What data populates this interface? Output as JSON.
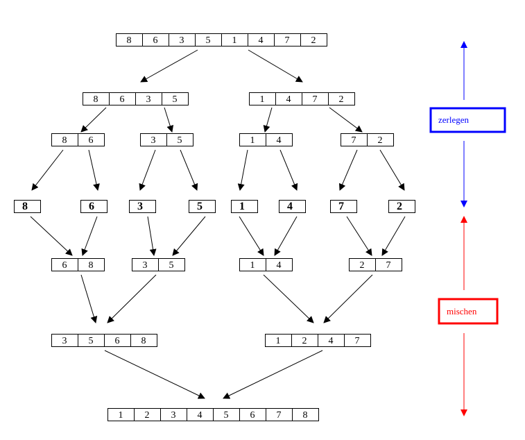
{
  "title": "Mergesort",
  "colors": {
    "split": "#0000ff",
    "merge": "#ff0000",
    "ink": "#000000"
  },
  "labels": {
    "split": "zerlegen",
    "merge": "mischen"
  },
  "levels": [
    {
      "name": "input",
      "arrays": [
        [
          8,
          6,
          3,
          5,
          1,
          4,
          7,
          2
        ]
      ]
    },
    {
      "name": "split-halves",
      "arrays": [
        [
          8,
          6,
          3,
          5
        ],
        [
          1,
          4,
          7,
          2
        ]
      ]
    },
    {
      "name": "split-pairs",
      "arrays": [
        [
          8,
          6
        ],
        [
          3,
          5
        ],
        [
          1,
          4
        ],
        [
          7,
          2
        ]
      ]
    },
    {
      "name": "singletons",
      "arrays": [
        [
          8
        ],
        [
          6
        ],
        [
          3
        ],
        [
          5
        ],
        [
          1
        ],
        [
          4
        ],
        [
          7
        ],
        [
          2
        ]
      ]
    },
    {
      "name": "merged-pairs",
      "arrays": [
        [
          6,
          8
        ],
        [
          3,
          5
        ],
        [
          1,
          4
        ],
        [
          2,
          7
        ]
      ]
    },
    {
      "name": "merged-halves",
      "arrays": [
        [
          3,
          5,
          6,
          8
        ],
        [
          1,
          2,
          4,
          7
        ]
      ]
    },
    {
      "name": "sorted-output",
      "arrays": [
        [
          1,
          2,
          3,
          4,
          5,
          6,
          7,
          8
        ]
      ]
    }
  ]
}
